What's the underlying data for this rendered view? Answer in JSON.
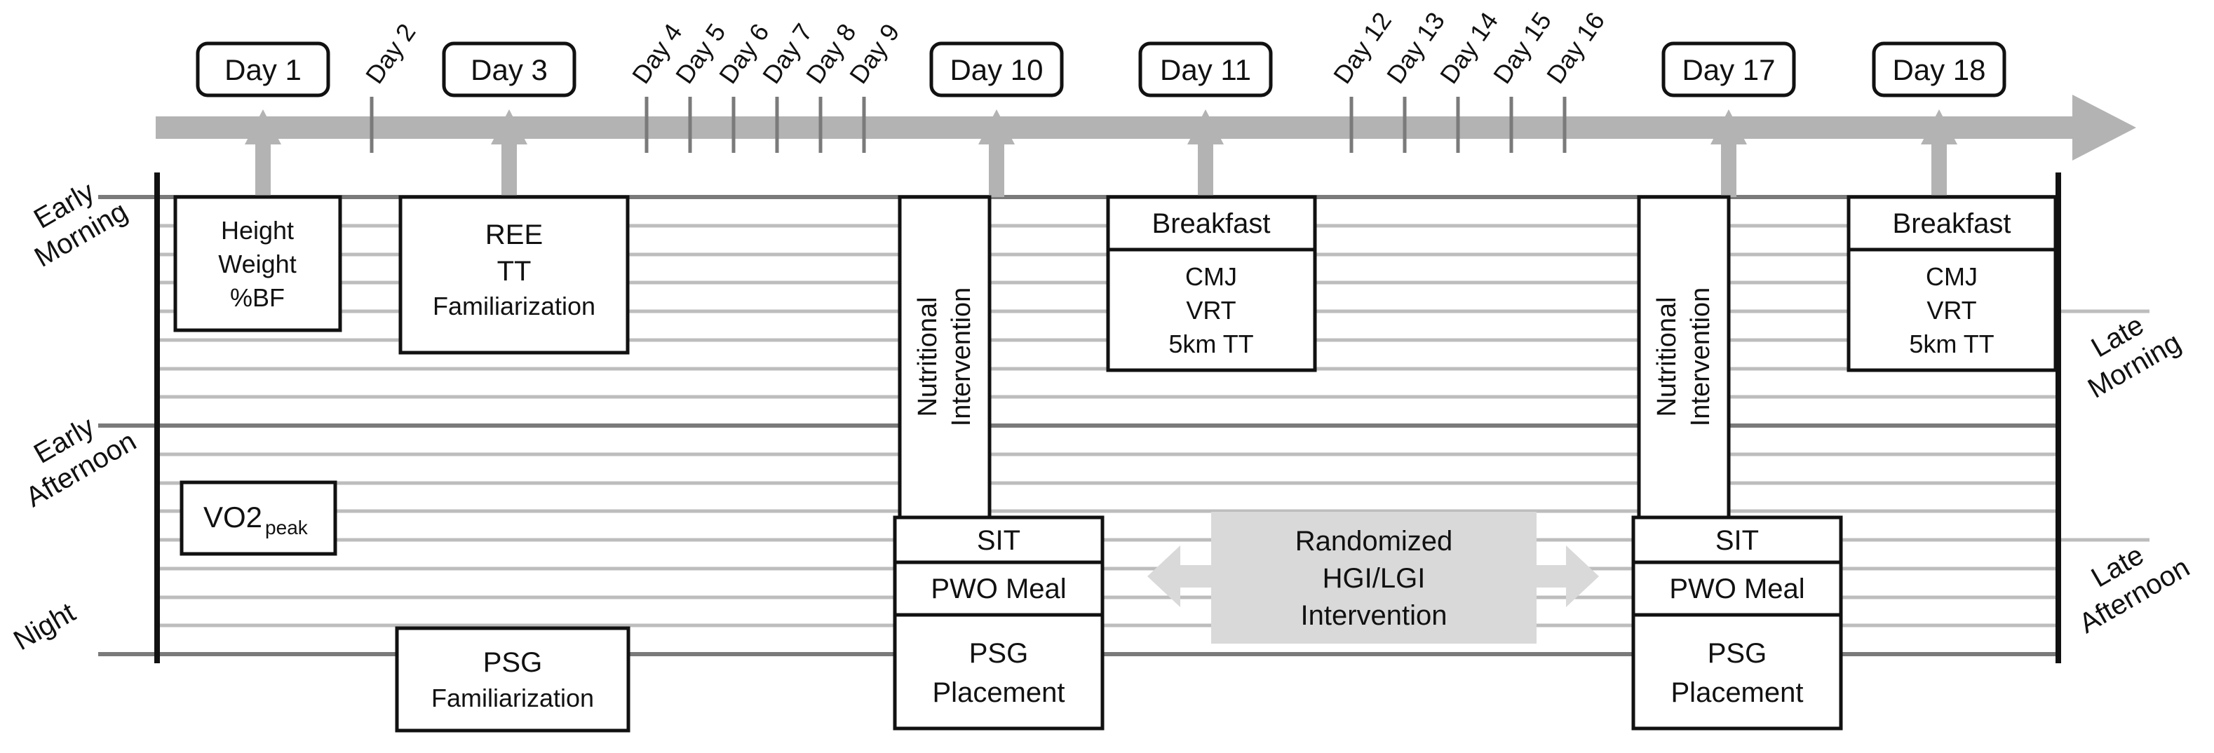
{
  "timeline": {
    "day_labels": {
      "d1": "Day 1",
      "d2": "Day 2",
      "d3": "Day 3",
      "d4": "Day 4",
      "d5": "Day 5",
      "d6": "Day 6",
      "d7": "Day 7",
      "d8": "Day 8",
      "d9": "Day 9",
      "d10": "Day 10",
      "d11": "Day 11",
      "d12": "Day 12",
      "d13": "Day 13",
      "d14": "Day 14",
      "d15": "Day 15",
      "d16": "Day 16",
      "d17": "Day 17",
      "d18": "Day 18"
    }
  },
  "left_labels": {
    "early_morning": [
      "Early",
      "Morning"
    ],
    "early_afternoon": [
      "Early",
      "Afternoon"
    ],
    "night": "Night"
  },
  "right_labels": {
    "late_morning": [
      "Late",
      "Morning"
    ],
    "late_afternoon": [
      "Late",
      "Afternoon"
    ]
  },
  "day1_box": {
    "line1": "Height",
    "line2": "Weight",
    "line3": "%BF"
  },
  "vo2_box": {
    "main": "VO2",
    "sub": "peak"
  },
  "day3_box": {
    "line1": "REE",
    "line2": "TT",
    "line3": "Familiarization"
  },
  "psg_fam_box": {
    "line1": "PSG",
    "line2": "Familiarization"
  },
  "nutritional": {
    "line1": "Nutritional",
    "line2": "Intervention"
  },
  "sit": "SIT",
  "pwo": "PWO Meal",
  "psg_place": {
    "line1": "PSG",
    "line2": "Placement"
  },
  "breakfast": "Breakfast",
  "tests": {
    "line1": "CMJ",
    "line2": "VRT",
    "line3": "5km TT"
  },
  "randomized": {
    "line1": "Randomized",
    "line2": "HGI/LGI",
    "line3": "Intervention"
  },
  "colors": {
    "ink": "#111111",
    "arrow_gray": "#b3b3b3",
    "grid_light": "#bdbdbd",
    "grid_dark": "#7a7a7a",
    "band_fill": "#d9d9d9"
  }
}
